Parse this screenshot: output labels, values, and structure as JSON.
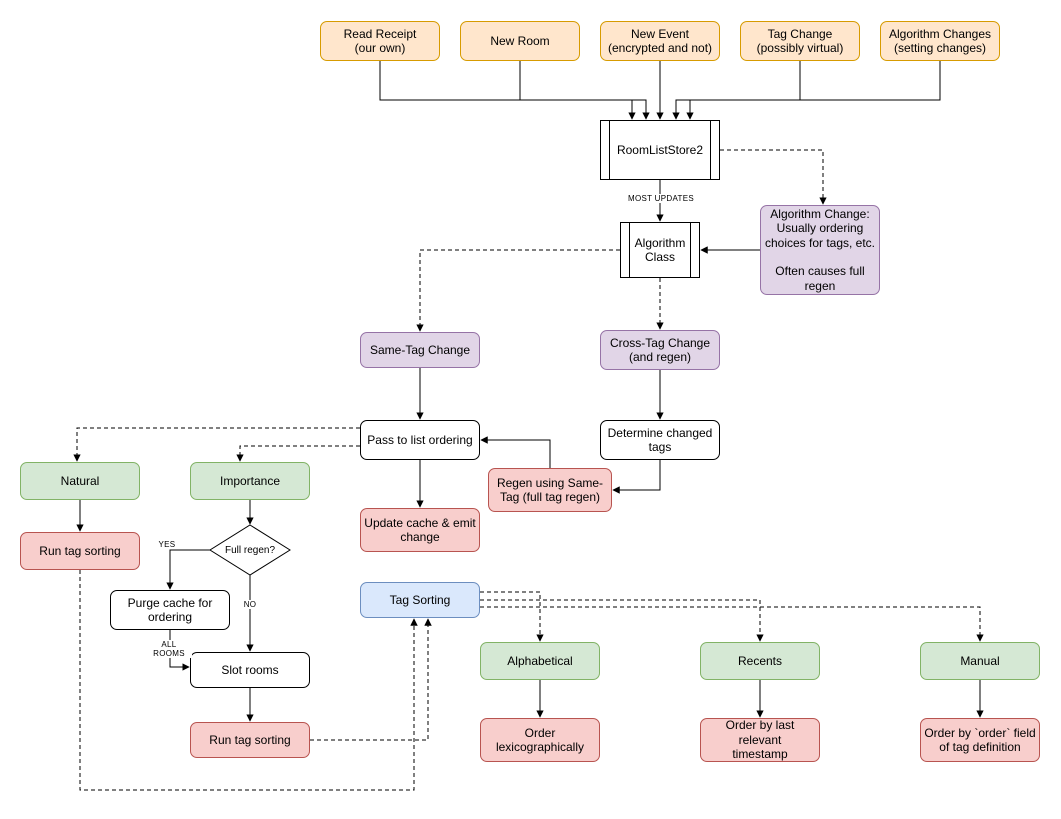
{
  "palette": {
    "orange_fill": "#ffe6cc",
    "orange_stroke": "#d79b00",
    "purple_fill": "#e1d5e7",
    "purple_stroke": "#9673a6",
    "green_fill": "#d5e8d4",
    "green_stroke": "#82b366",
    "red_fill": "#f8cecc",
    "red_stroke": "#b85450",
    "blue_fill": "#dae8fc",
    "blue_stroke": "#6c8ebf",
    "node_stroke": "#000000",
    "edge_color": "#000000"
  },
  "nodes": {
    "read_receipt": {
      "label": "Read Receipt\n(our own)"
    },
    "new_room": {
      "label": "New Room"
    },
    "new_event": {
      "label": "New Event\n(encrypted and not)"
    },
    "tag_change": {
      "label": "Tag Change\n(possibly virtual)"
    },
    "algorithm_changes": {
      "label": "Algorithm Changes\n(setting changes)"
    },
    "room_list_store2": {
      "label": "RoomListStore2"
    },
    "algorithm_change_note": {
      "label": "Algorithm Change:\nUsually ordering\nchoices for tags, etc.\n\nOften causes full\nregen"
    },
    "algorithm_class": {
      "label": "Algorithm\nClass"
    },
    "same_tag_change": {
      "label": "Same-Tag Change"
    },
    "cross_tag_change": {
      "label": "Cross-Tag Change\n(and regen)"
    },
    "pass_to_list_ordering": {
      "label": "Pass to list ordering"
    },
    "determine_changed_tags": {
      "label": "Determine changed\ntags"
    },
    "regen_same_tag": {
      "label": "Regen using Same-\nTag (full tag regen)"
    },
    "update_cache": {
      "label": "Update cache & emit\nchange"
    },
    "natural": {
      "label": "Natural"
    },
    "importance": {
      "label": "Importance"
    },
    "run_tag_sorting_natural": {
      "label": "Run tag sorting"
    },
    "full_regen": {
      "label": "Full regen?"
    },
    "purge_cache": {
      "label": "Purge cache for\nordering"
    },
    "slot_rooms": {
      "label": "Slot rooms"
    },
    "run_tag_sorting_importance": {
      "label": "Run tag sorting"
    },
    "tag_sorting": {
      "label": "Tag Sorting"
    },
    "alphabetical": {
      "label": "Alphabetical"
    },
    "recents": {
      "label": "Recents"
    },
    "manual": {
      "label": "Manual"
    },
    "order_lexicographically": {
      "label": "Order\nlexicographically"
    },
    "order_by_timestamp": {
      "label": "Order by last relevant\ntimestamp"
    },
    "order_by_order_field": {
      "label": "Order by `order` field\nof tag definition"
    }
  },
  "edge_labels": {
    "most_updates": "MOST UPDATES",
    "yes": "YES",
    "no": "NO",
    "all_rooms": "ALL\nROOMS"
  }
}
